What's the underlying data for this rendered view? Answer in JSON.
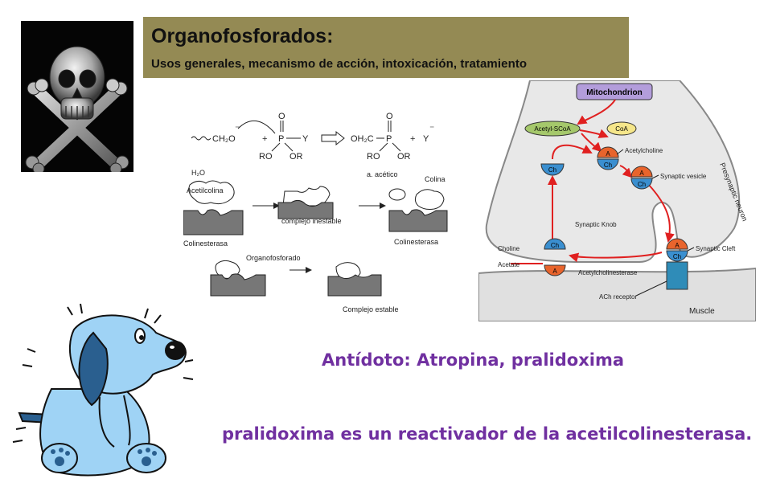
{
  "header": {
    "title": "Organofosforados:",
    "subtitle": "Usos generales, mecanismo de acción, intoxicación, tratamiento"
  },
  "chemistry": {
    "reaction": {
      "reactant_left": "CH₂O",
      "plus1": "+",
      "y_group": "Y",
      "ro1": "RO",
      "or1": "OR",
      "product_left": "OH₂C",
      "plus2": "+",
      "y_minus": "Y",
      "ro2": "RO",
      "or2": "OR",
      "o1": "O",
      "p1": "P",
      "o2": "O",
      "p2": "P"
    },
    "h2o": "H₂O",
    "acetilcolina": "Acetilcolina",
    "a_acetico": "a. acético",
    "colina": "Colina",
    "complejo_inestable": "complejo    inestable",
    "colinesterasa_1": "Colinesterasa",
    "colinesterasa_2": "Colinesterasa",
    "organofosforado": "Organofosforado",
    "complejo_estable": "Complejo    estable"
  },
  "neuron": {
    "mitochondrion": "Mitochondrion",
    "acetyl_scoa": "Acetyl-SCoA",
    "coa": "CoA",
    "acetylcholine": "Acetylcholine",
    "synaptic_vesicle": "Synaptic vesicle",
    "presynaptic_neuron": "Presynaptic neuron",
    "synaptic_knob": "Synaptic Knob",
    "choline": "Choline",
    "acetate": "Acetate",
    "synaptic_cleft": "Synaptic Cleft",
    "acetylcholinesterase": "Acetylcholinesterase",
    "ach_receptor": "ACh receptor",
    "muscle": "Muscle",
    "ch": "Ch",
    "a": "A"
  },
  "body": {
    "antidote": "Antídoto:  Atropina,  pralidoxima",
    "pralidoxime_note": "pralidoxima   es un reactivador  de la acetilcolinesterasa."
  },
  "colors": {
    "header_bg": "#948a54",
    "accent_text": "#7030a0",
    "arrow_red": "#e02020",
    "mitochondrion_fill": "#b39ddb",
    "acetyl_fill": "#a5c86b",
    "coa_fill": "#f5e68a",
    "ch_fill": "#3a8fd0",
    "a_fill": "#e8642c",
    "receptor_fill": "#2f8cb8",
    "dog_blue": "#9fd3f5"
  },
  "icons": [
    "skull-crossbones-icon",
    "scared-dog-clipart"
  ]
}
